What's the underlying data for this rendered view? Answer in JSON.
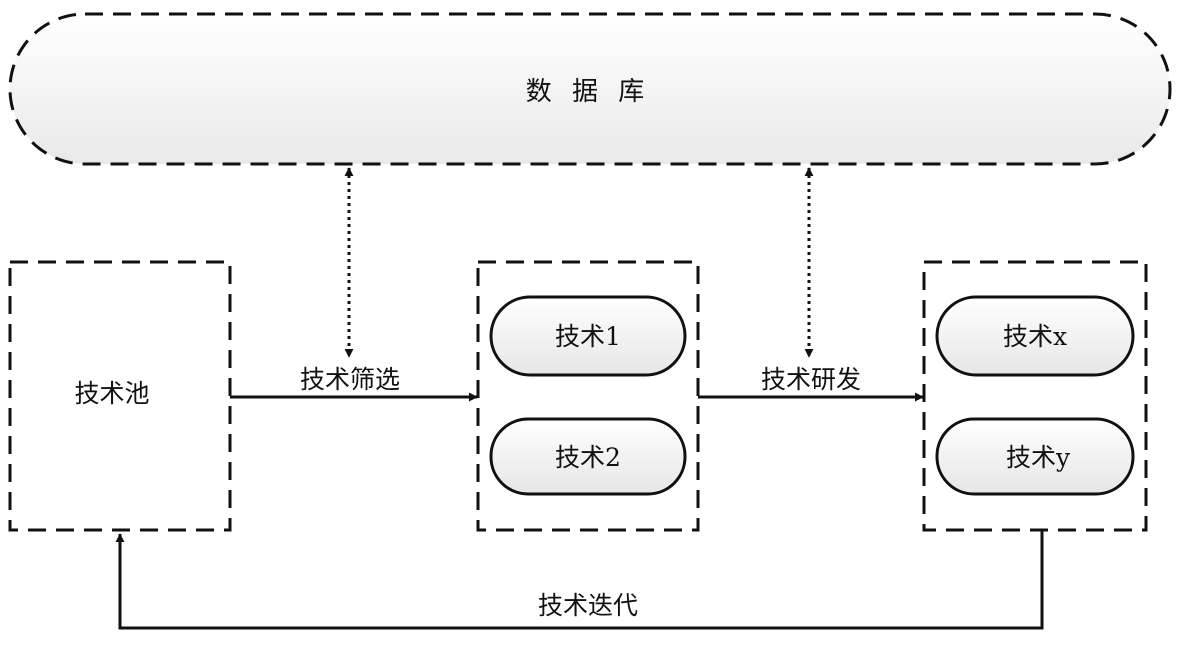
{
  "database": {
    "label": "数 据 库"
  },
  "pool": {
    "label": "技术池"
  },
  "selected": {
    "items": [
      "技术1",
      "技术2"
    ]
  },
  "developed": {
    "items": [
      "技术x",
      "技术y"
    ]
  },
  "edges": {
    "screening": "技术筛选",
    "research": "技术研发",
    "iteration": "技术迭代"
  },
  "colors": {
    "line": "#111111",
    "pill_fill": "#f2f2f2",
    "cloud_fill": "#f4f4f4"
  }
}
